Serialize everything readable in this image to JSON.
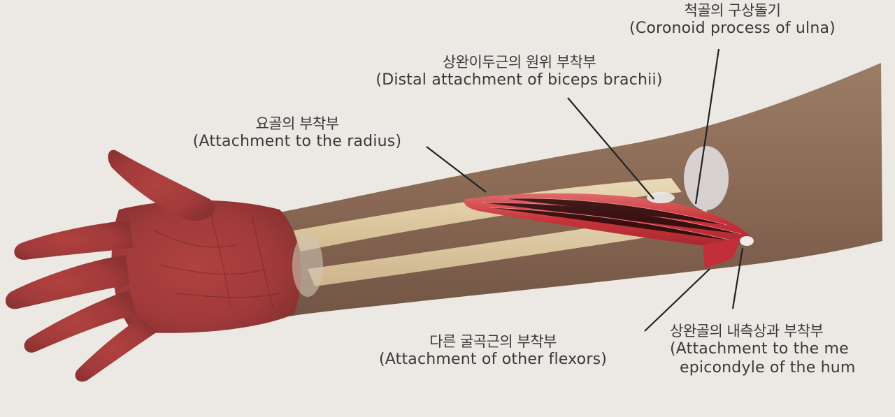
{
  "labels": {
    "coronoid": {
      "ko": "척골의 구상돌기",
      "en": "(Coronoid process of ulna)"
    },
    "biceps": {
      "ko": "상완이두근의 원위 부착부",
      "en": "(Distal attachment of biceps brachii)"
    },
    "radius": {
      "ko": "요골의 부착부",
      "en": "(Attachment to the radius)"
    },
    "other_flexors": {
      "ko": "다른 굴곡근의 부착부",
      "en": "(Attachment of other flexors)"
    },
    "medial_epicondyle": {
      "ko": "상완골의 내측상과 부착부",
      "en_line1": "(Attachment to the me",
      "en_line2": "epicondyle of the hum"
    }
  },
  "colors": {
    "background": "#ece9e4",
    "skin": "#8a6a55",
    "hand": "#a83c3c",
    "bone": "#e3cfa6",
    "muscle": "#c8343a",
    "leader_line": "#222222"
  }
}
